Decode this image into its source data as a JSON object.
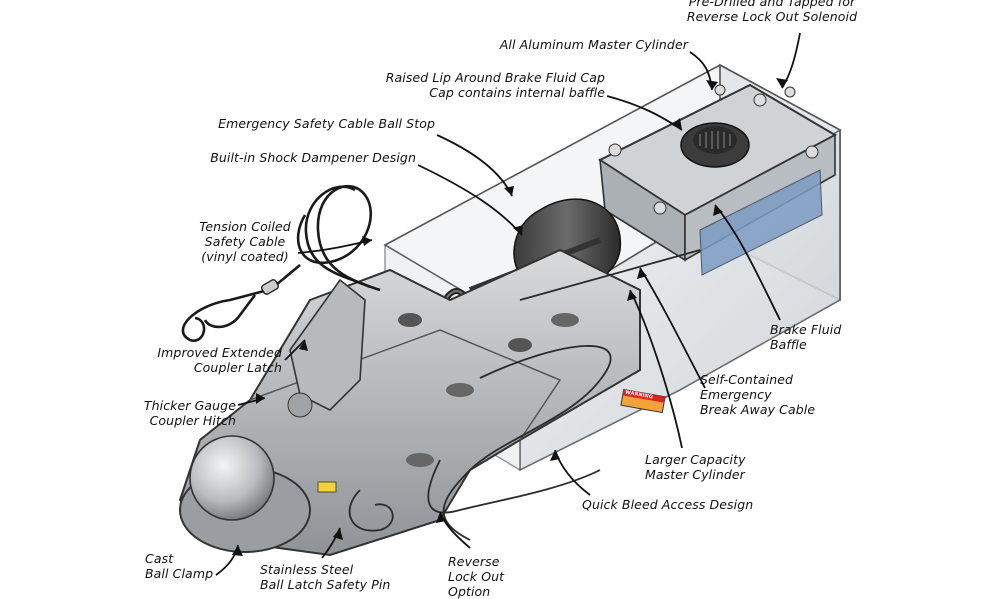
{
  "callouts": {
    "predrilled": [
      "Pre-Drilled and Tapped for",
      "Reverse Lock Out Solenoid"
    ],
    "aluminum": [
      "All Aluminum Master Cylinder"
    ],
    "raised_lip": [
      "Raised Lip Around Brake Fluid Cap",
      "Cap contains internal baffle"
    ],
    "ball_stop": [
      "Emergency Safety Cable Ball Stop"
    ],
    "shock": [
      "Built-in Shock Dampener Design"
    ],
    "tension": [
      "Tension Coiled",
      "Safety Cable",
      "(vinyl coated)"
    ],
    "latch": [
      "Improved Extended",
      "Coupler Latch"
    ],
    "gauge": [
      "Thicker Gauge",
      "Coupler Hitch"
    ],
    "clamp": [
      "Cast",
      "Ball Clamp"
    ],
    "pin": [
      "Stainless Steel",
      "Ball Latch Safety Pin"
    ],
    "reverse": [
      "Reverse",
      "Lock Out",
      "Option"
    ],
    "bleed": [
      "Quick Bleed Access Design"
    ],
    "larger": [
      "Larger Capacity",
      "Master Cylinder"
    ],
    "breakaway": [
      "Self-Contained",
      "Emergency",
      "Break Away Cable"
    ],
    "baffle": [
      "Brake Fluid",
      "Baffle"
    ]
  },
  "warning_sticker": "WARNING"
}
